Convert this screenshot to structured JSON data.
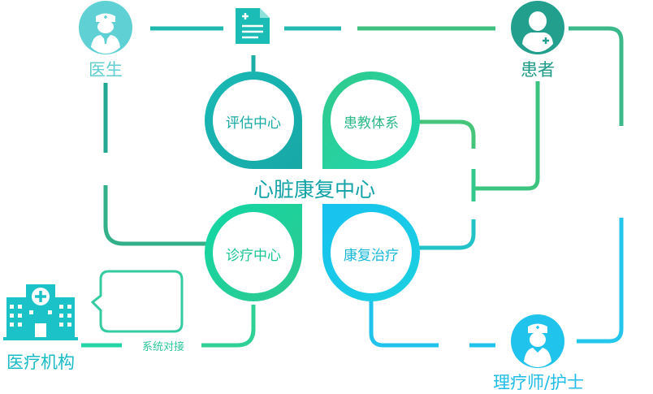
{
  "center_title": "心脏康复中心",
  "centers": {
    "assessment": "评估中心",
    "education": "患教体系",
    "treatment": "诊疗中心",
    "rehab": "康复治疗"
  },
  "actors": {
    "doctor": "医生",
    "patient": "患者",
    "therapist": "理疗师/护士",
    "institution": "医疗机构"
  },
  "system_link": "系统对接",
  "colors": {
    "teal": "#19B9AE",
    "dark_teal": "#239F8E",
    "green": "#3CC381",
    "mint": "#22D9A8",
    "light_teal": "#5FD0D3",
    "cyan": "#1FC3EC",
    "sky": "#2AC9F0",
    "aqua": "#1BD3D0"
  }
}
